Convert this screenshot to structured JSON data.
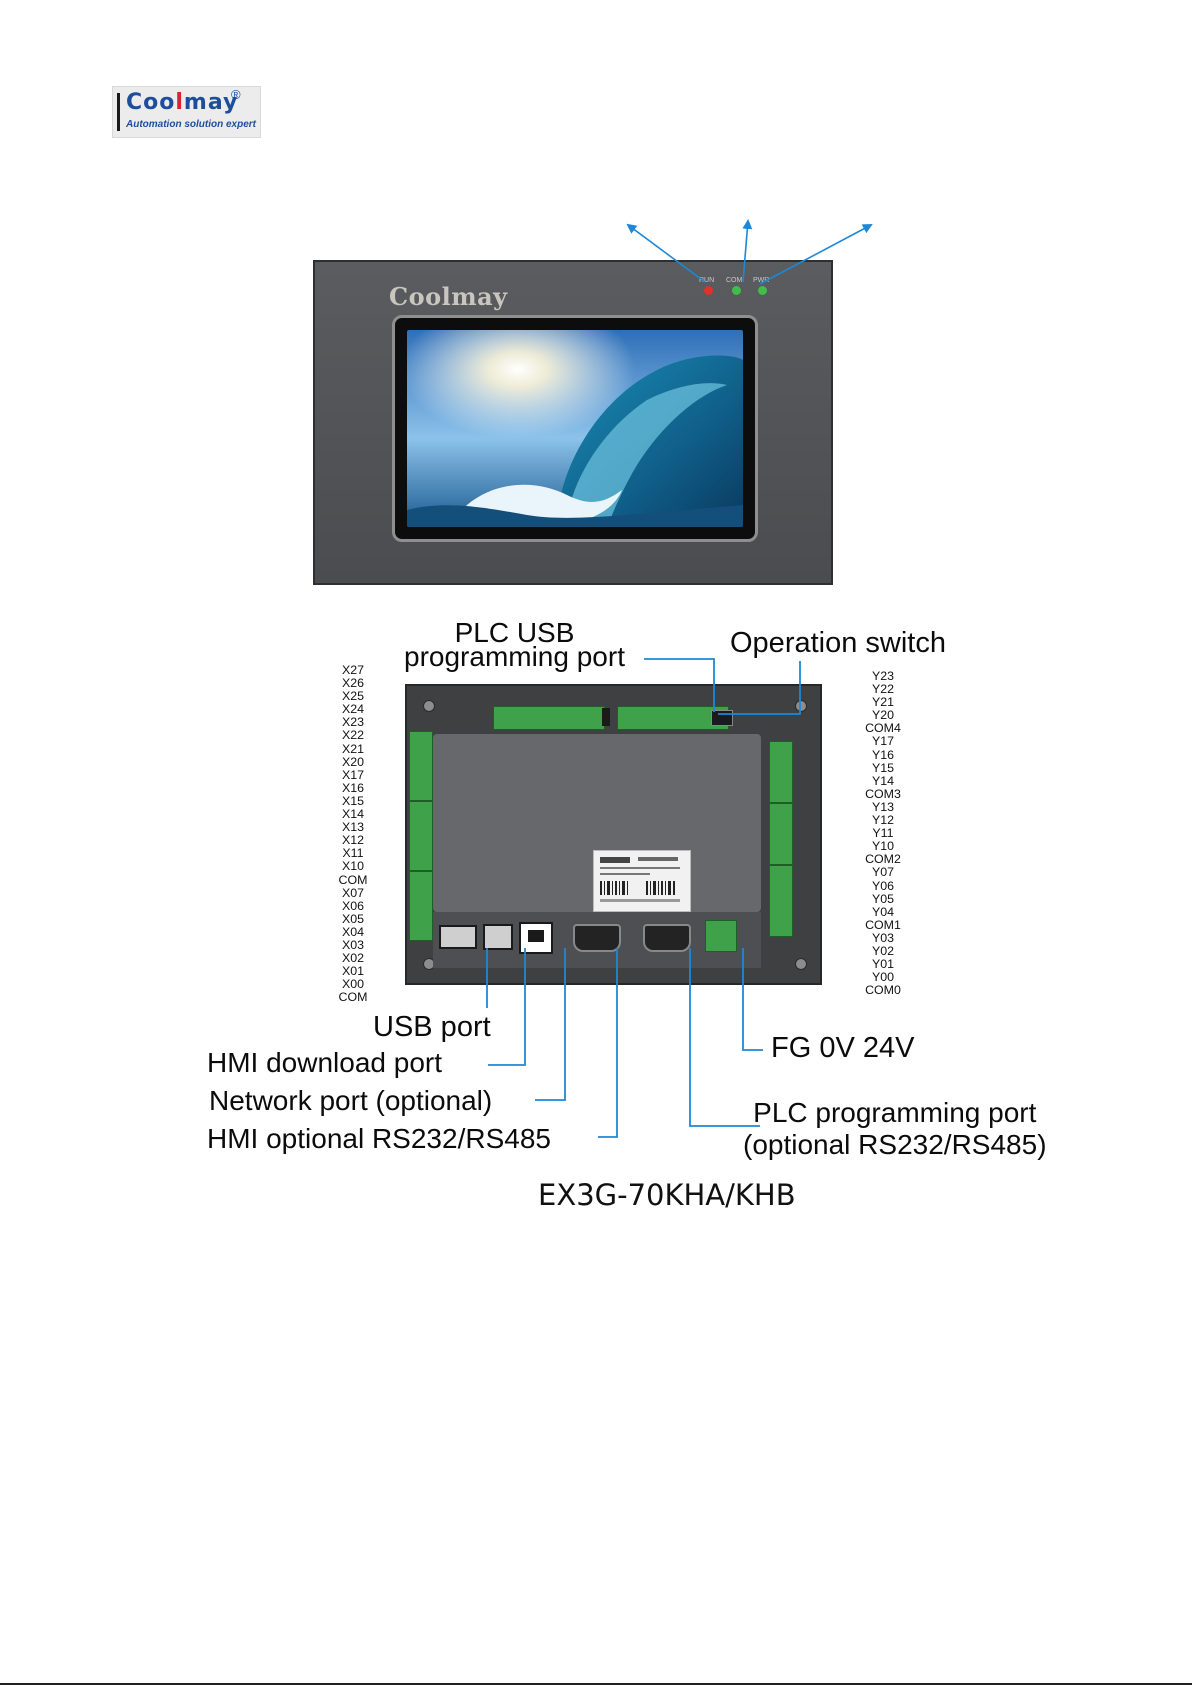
{
  "logo": {
    "name_a": "Coo",
    "name_b": "l",
    "name_c": "may",
    "registered": "®",
    "tagline": "Automation solution expert"
  },
  "front_panel": {
    "brand": "Coolmay",
    "leds": [
      {
        "label": "RUN",
        "color": "#e0312b"
      },
      {
        "label": "COM",
        "color": "#3fbf4a"
      },
      {
        "label": "PWR",
        "color": "#3fbf4a"
      }
    ]
  },
  "callouts": {
    "plc_usb_line1": "PLC USB",
    "plc_usb_line2": "programming port",
    "operation_switch": "Operation switch",
    "usb_port": "USB port",
    "hmi_download": "HMI download port",
    "network_port": "Network port (optional)",
    "hmi_rs": "HMI optional RS232/RS485",
    "fg": "FG 0V 24V",
    "plc_prog_line1": "PLC programming port",
    "plc_prog_line2": "(optional RS232/RS485)"
  },
  "pins_left": [
    "X27",
    "X26",
    "X25",
    "X24",
    "X23",
    "X22",
    "X21",
    "X20",
    "X17",
    "X16",
    "X15",
    "X14",
    "X13",
    "X12",
    "X11",
    "X10",
    "COM",
    "X07",
    "X06",
    "X05",
    "X04",
    "X03",
    "X02",
    "X01",
    "X00",
    "COM"
  ],
  "pins_right": [
    "Y23",
    "Y22",
    "Y21",
    "Y20",
    "COM4",
    "Y17",
    "Y16",
    "Y15",
    "Y14",
    "COM3",
    "Y13",
    "Y12",
    "Y11",
    "Y10",
    "COM2",
    "Y07",
    "Y06",
    "Y05",
    "Y04",
    "COM1",
    "Y03",
    "Y02",
    "Y01",
    "Y00",
    "COM0"
  ],
  "model": "EX3G-70KHA/KHB",
  "colors": {
    "arrow": "#1e88d6",
    "callout_line": "#1e88d6",
    "terminal_green": "#3fa24a",
    "brand_blue": "#1d4e9c",
    "brand_red": "#d6262b"
  }
}
